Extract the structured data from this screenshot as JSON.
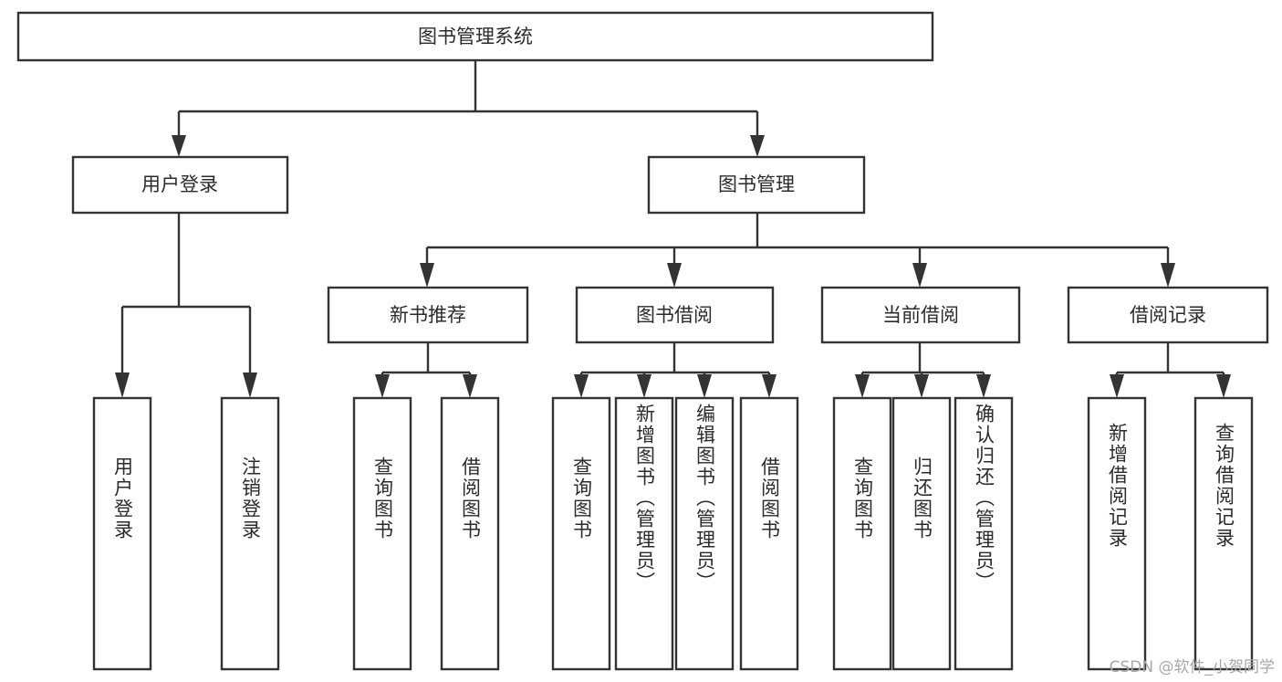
{
  "diagram": {
    "title": "图书管理系统",
    "type": "tree",
    "orientation": "top-down",
    "colors": {
      "box_fill": "#ffffff",
      "box_stroke": "#333333",
      "text": "#2b2b2b",
      "connector": "#333333",
      "watermark": "#a8a8a8",
      "background": "#ffffff"
    },
    "root": {
      "label": "图书管理系统"
    },
    "level1": [
      {
        "label": "用户登录"
      },
      {
        "label": "图书管理"
      }
    ],
    "level2": [
      {
        "label": "新书推荐"
      },
      {
        "label": "图书借阅"
      },
      {
        "label": "当前借阅"
      },
      {
        "label": "借阅记录"
      }
    ],
    "leaves": {
      "user_login": [
        {
          "label": "用户登录"
        },
        {
          "label": "注销登录"
        }
      ],
      "new_book_recommend": [
        {
          "label": "查询图书"
        },
        {
          "label": "借阅图书"
        }
      ],
      "book_borrow": [
        {
          "label": "查询图书"
        },
        {
          "label": "新增图书（管理员）"
        },
        {
          "label": "编辑图书（管理员）"
        },
        {
          "label": "借阅图书"
        }
      ],
      "current_borrow": [
        {
          "label": "查询图书"
        },
        {
          "label": "归还图书"
        },
        {
          "label": "确认归还（管理员）"
        }
      ],
      "borrow_record": [
        {
          "label": "新增借阅记录"
        },
        {
          "label": "查询借阅记录"
        }
      ]
    }
  },
  "watermark": {
    "text": "CSDN @软件_小贺同学"
  }
}
